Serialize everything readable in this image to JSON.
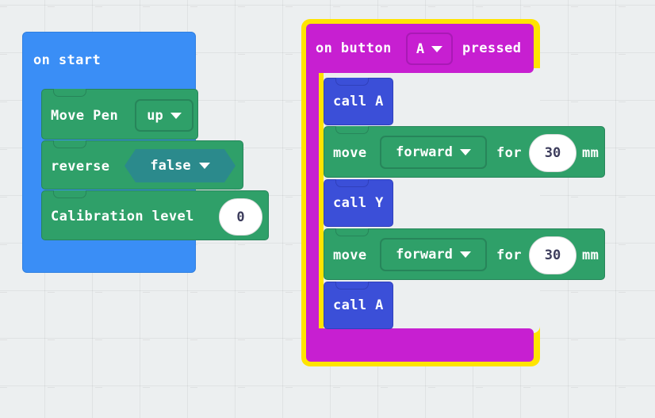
{
  "app": {
    "name": "block-editor-canvas",
    "background_color": "#eceff0",
    "grid": "plus-grid-60px"
  },
  "palette": {
    "event_magenta": "#c71fd1",
    "selection_yellow": "#ffe400",
    "loops_blue": "#3a8ef6",
    "pen_green": "#2fa069",
    "boolean_teal": "#2b8a8c",
    "function_indigo": "#3b4fd8",
    "field_white": "#ffffff",
    "text_white": "#ffffff",
    "number_text": "#3c3c5c"
  },
  "scripts": [
    {
      "id": "on-start-script",
      "hat": {
        "label": "on start",
        "color": "#3a8ef6"
      },
      "statements": [
        {
          "id": "move-pen",
          "color": "#2fa069",
          "label": "Move Pen",
          "field": {
            "type": "dropdown",
            "value": "up",
            "caret": "chevron-down-icon"
          }
        },
        {
          "id": "reverse",
          "color": "#2fa069",
          "label": "reverse",
          "field": {
            "type": "boolean-dropdown",
            "value": "false",
            "caret": "chevron-down-icon"
          }
        },
        {
          "id": "calibration-level",
          "color": "#2fa069",
          "label": "Calibration level",
          "field": {
            "type": "number",
            "value": "0"
          }
        }
      ]
    },
    {
      "id": "on-button-pressed-script",
      "selected": true,
      "hat": {
        "color": "#c71fd1",
        "label_before": "on button",
        "field": {
          "type": "dropdown",
          "value": "A",
          "caret": "chevron-down-icon"
        },
        "label_after": "pressed"
      },
      "statements": [
        {
          "id": "call-a-1",
          "color": "#3b4fd8",
          "label": "call A"
        },
        {
          "id": "move-1",
          "color": "#2fa069",
          "label_before": "move",
          "field": {
            "type": "dropdown",
            "value": "forward",
            "caret": "chevron-down-icon"
          },
          "label_mid": "for",
          "amount": {
            "type": "number",
            "value": "30"
          },
          "unit": "mm"
        },
        {
          "id": "call-y",
          "color": "#3b4fd8",
          "label": "call Y"
        },
        {
          "id": "move-2",
          "color": "#2fa069",
          "label_before": "move",
          "field": {
            "type": "dropdown",
            "value": "forward",
            "caret": "chevron-down-icon"
          },
          "label_mid": "for",
          "amount": {
            "type": "number",
            "value": "30"
          },
          "unit": "mm"
        },
        {
          "id": "call-a-2",
          "color": "#3b4fd8",
          "label": "call A"
        }
      ]
    }
  ]
}
